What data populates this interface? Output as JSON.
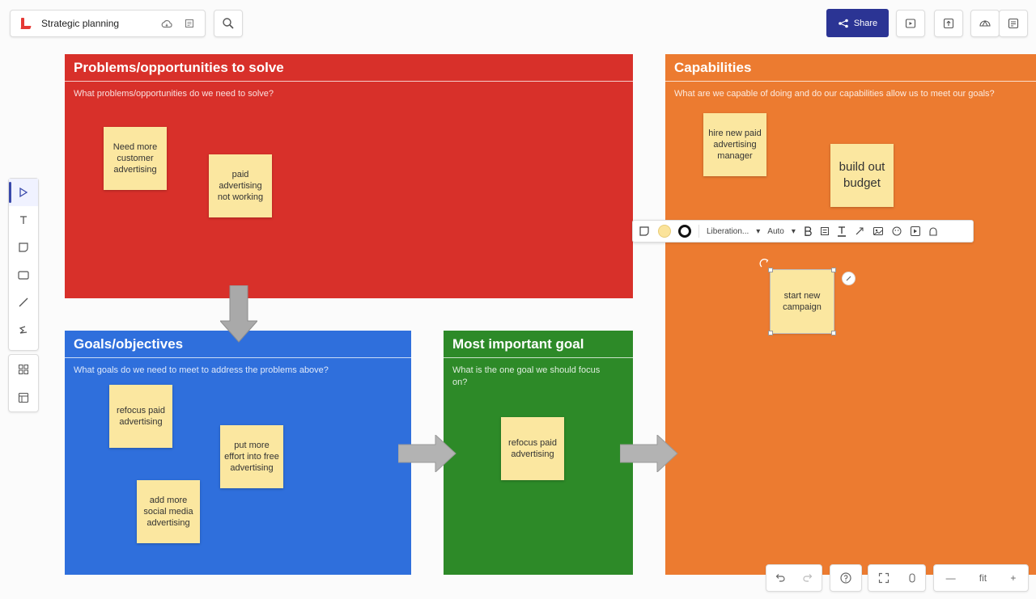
{
  "header": {
    "board_title": "Strategic planning",
    "share_label": "Share"
  },
  "frames": {
    "problems": {
      "title": "Problems/opportunities to solve",
      "subtitle": "What problems/opportunities do we need to solve?"
    },
    "goals": {
      "title": "Goals/objectives",
      "subtitle": "What goals do we need to meet to address the problems above?"
    },
    "important": {
      "title": "Most important goal",
      "subtitle": "What is the one goal we should focus on?"
    },
    "capabilities": {
      "title": "Capabilities",
      "subtitle": "What are we capable of doing and do our capabilities allow us to meet our goals?"
    }
  },
  "stickies": {
    "s1": "Need more customer advertising",
    "s2": "paid advertising not working",
    "s3": "refocus paid advertising",
    "s4": "put more effort into free advertising",
    "s5": "add more social media advertising",
    "s6": "refocus paid advertising",
    "s7": "hire new paid advertising manager",
    "s8": "build out budget",
    "s9": "start new campaign"
  },
  "toolbar": {
    "font_label": "Liberation...",
    "size_label": "Auto"
  },
  "zoom": {
    "level": "fit"
  },
  "colors": {
    "problems": "#d8302a",
    "goals": "#2f6fdc",
    "important": "#2d8a28",
    "capabilities": "#ec7b30",
    "sticky": "#fbe7a0",
    "share": "#2b3494"
  }
}
